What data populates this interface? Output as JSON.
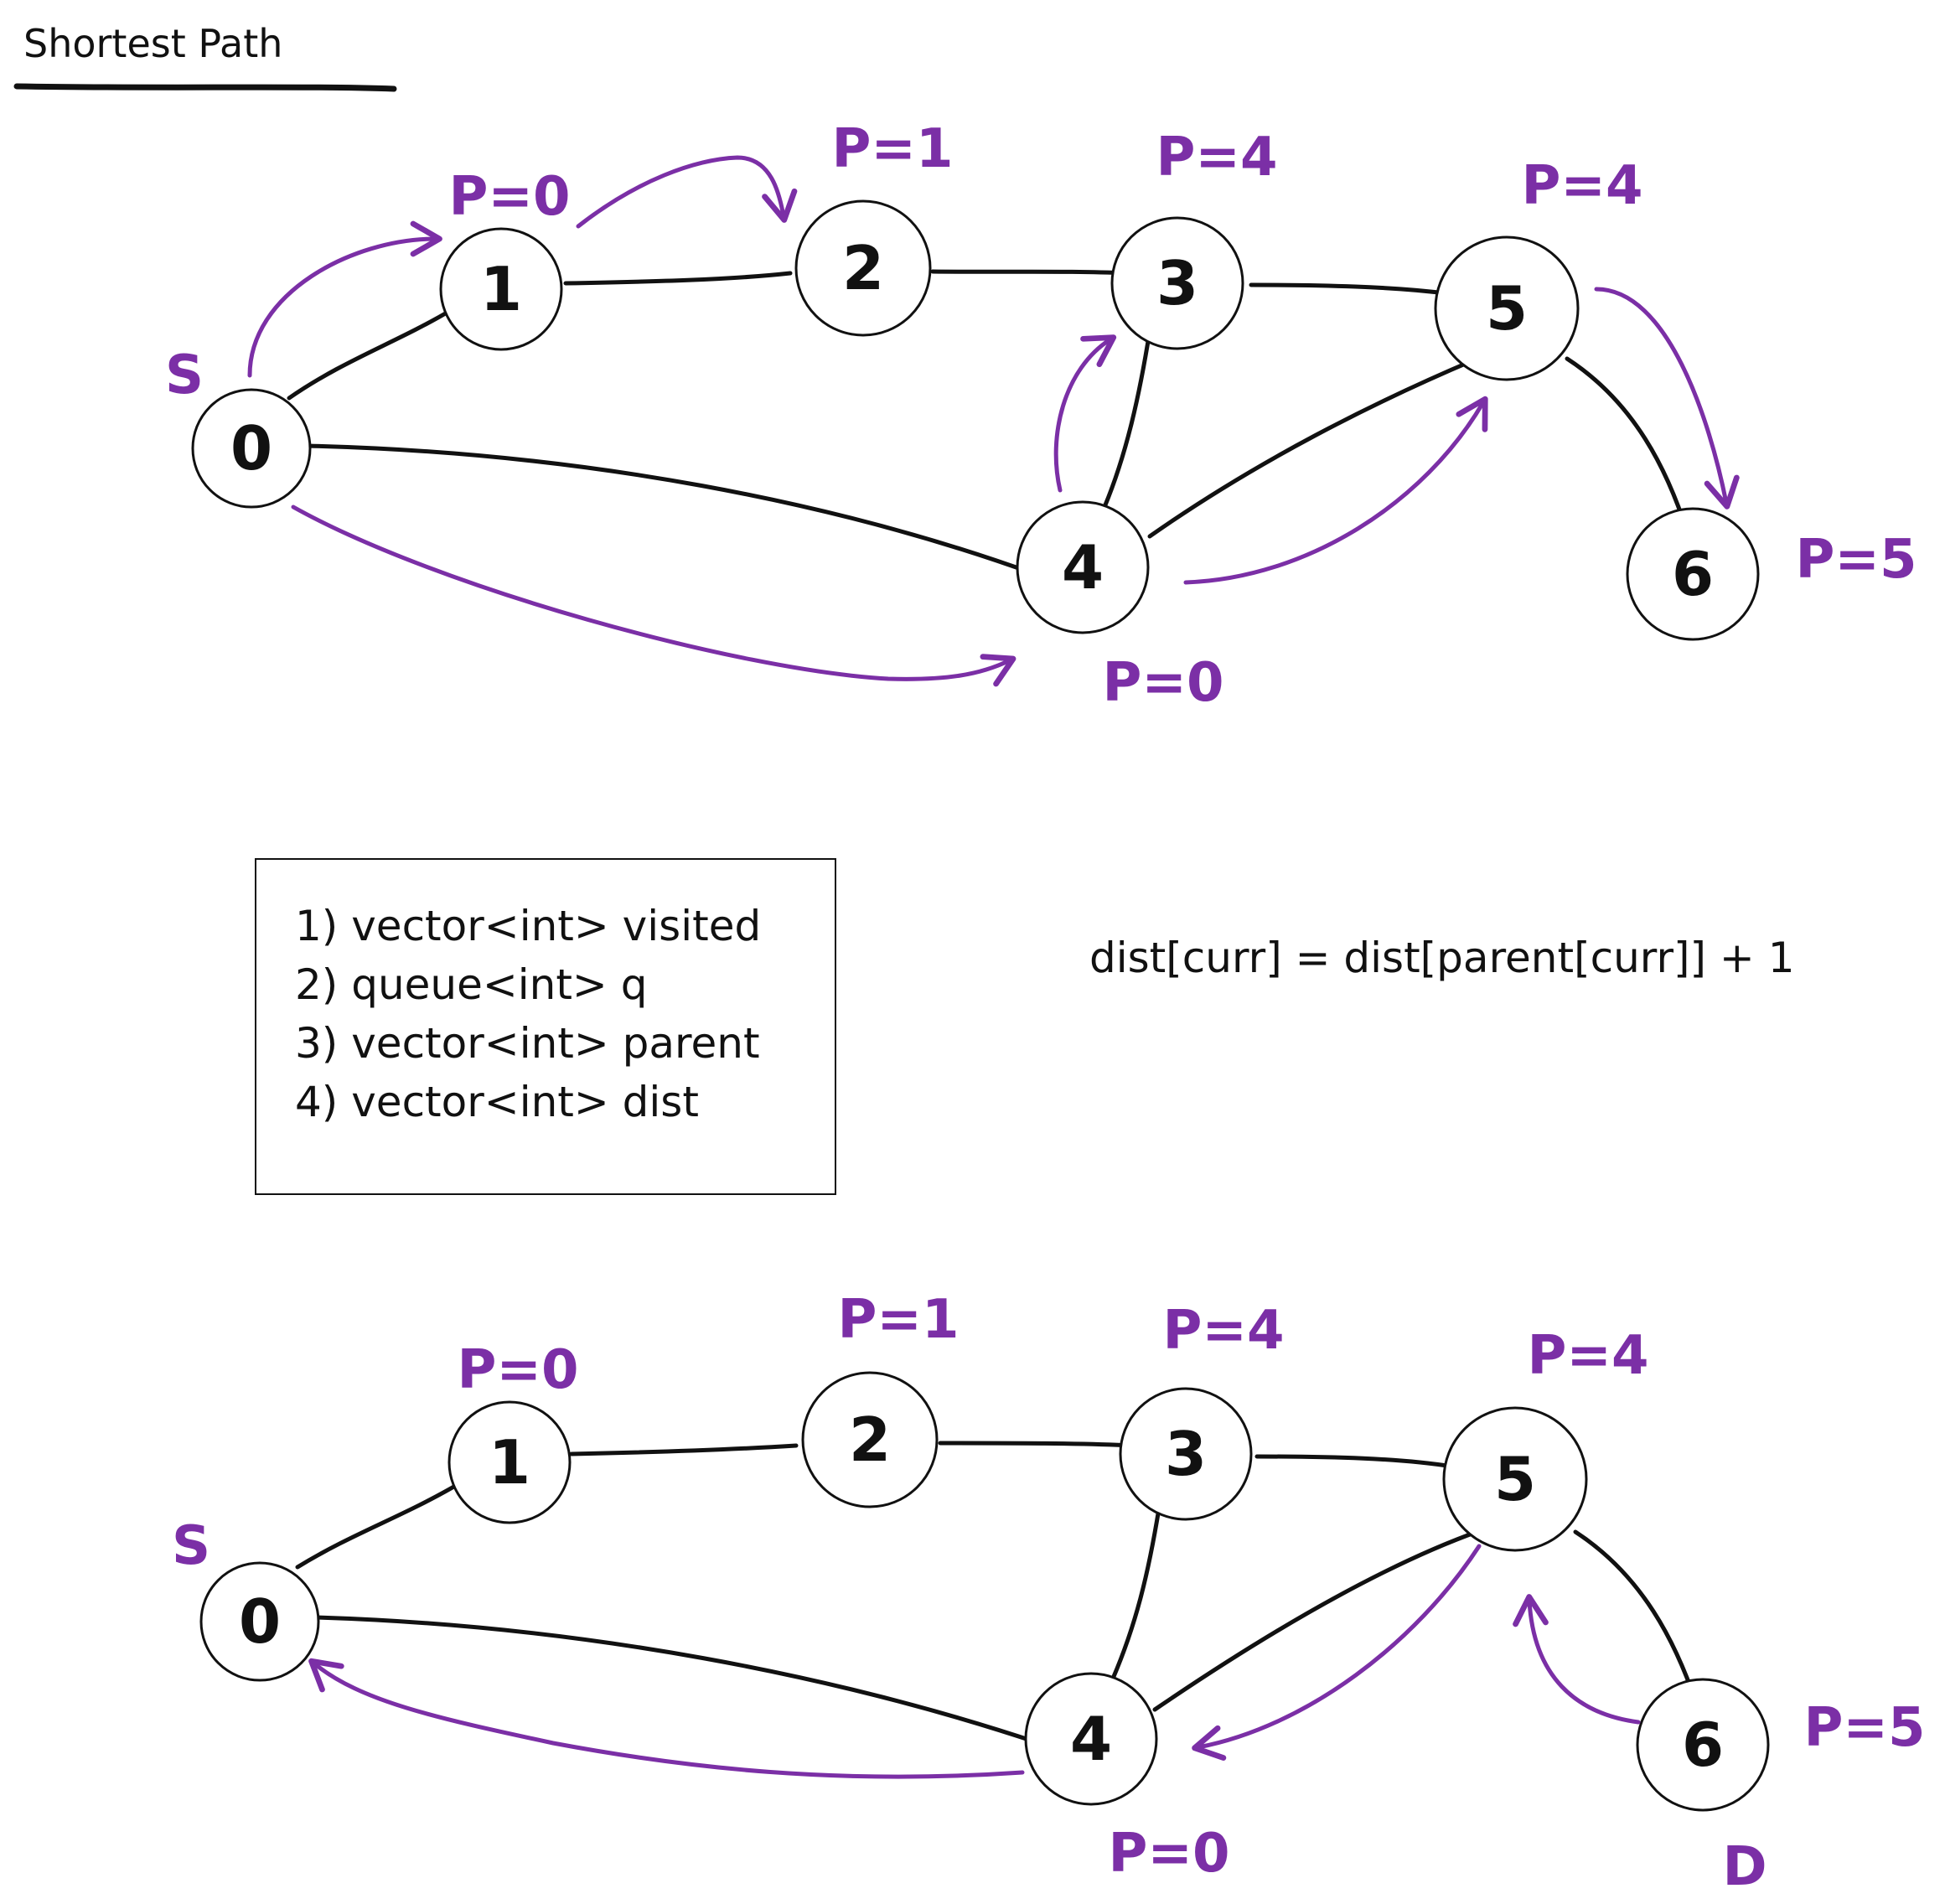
{
  "title": "Shortest Path",
  "colors": {
    "ink": "#111111",
    "accent": "#7b2fa6"
  },
  "nodes": [
    "0",
    "1",
    "2",
    "3",
    "5",
    "4",
    "6"
  ],
  "source_label": "S",
  "destination_label": "D",
  "top_graph": {
    "parent_labels": {
      "n1": "P=0",
      "n2": "P=1",
      "n3": "P=4",
      "n5": "P=4",
      "n4": "P=0",
      "n6": "P=5"
    }
  },
  "bottom_graph": {
    "parent_labels": {
      "n1": "P=0",
      "n2": "P=1",
      "n3": "P=4",
      "n5": "P=4",
      "n4": "P=0",
      "n6": "P=5"
    }
  },
  "steps_box": {
    "lines": [
      "1) vector<int> visited",
      "2) queue<int> q",
      "3) vector<int> parent",
      "4) vector<int> dist"
    ]
  },
  "formula": "dist[curr] = dist[parent[curr]] + 1"
}
